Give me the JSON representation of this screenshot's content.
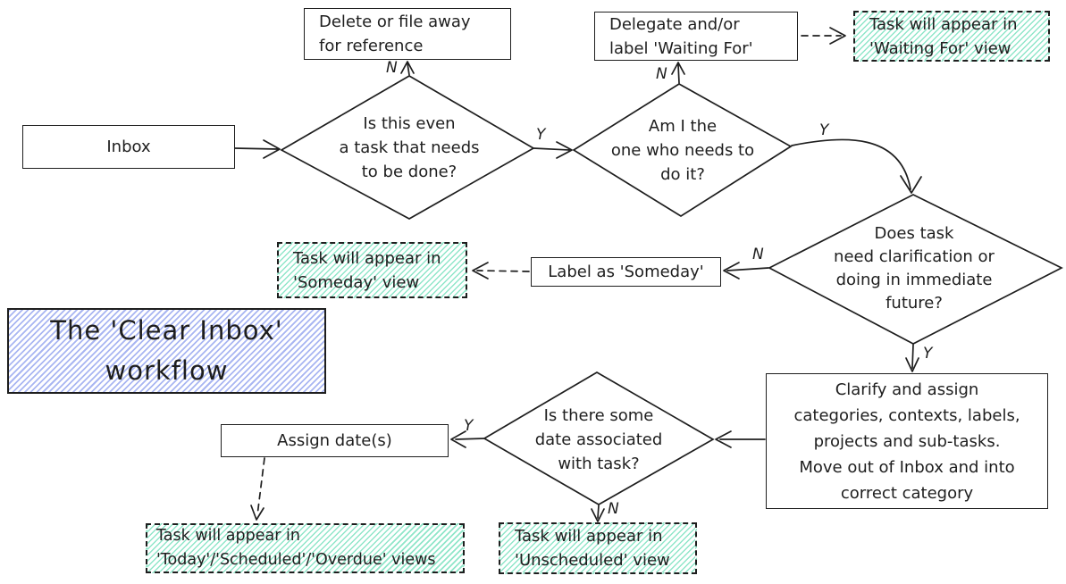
{
  "title": {
    "line1": "The 'Clear Inbox'",
    "line2": "workflow"
  },
  "nodes": {
    "inbox": {
      "label": "Inbox"
    },
    "delete": {
      "line1": "Delete or file away",
      "line2": "for reference"
    },
    "delegate": {
      "line1": "Delegate and/or",
      "line2": "label 'Waiting For'"
    },
    "waiting_view": {
      "line1": "Task will appear in",
      "line2": "'Waiting For' view"
    },
    "decision_is_task": {
      "line1": "Is this even",
      "line2": "a task that needs",
      "line3": "to be done?"
    },
    "decision_who": {
      "line1": "Am I the",
      "line2": "one who needs to",
      "line3": "do it?"
    },
    "decision_clarify": {
      "line1": "Does task",
      "line2": "need clarification or",
      "line3": "doing in immediate",
      "line4": "future?"
    },
    "label_someday": {
      "label": "Label as 'Someday'"
    },
    "someday_view": {
      "line1": "Task will appear in",
      "line2": "'Someday' view"
    },
    "clarify": {
      "line1": "Clarify and assign",
      "line2": "categories, contexts, labels,",
      "line3": "projects and sub-tasks.",
      "line4": "Move out of Inbox and into",
      "line5": "correct category"
    },
    "decision_date": {
      "line1": "Is there some",
      "line2": "date associated",
      "line3": "with task?"
    },
    "assign": {
      "label": "Assign date(s)"
    },
    "today_view": {
      "line1": "Task will appear in",
      "line2": "'Today'/'Scheduled'/'Overdue' views"
    },
    "unscheduled_view": {
      "line1": "Task will appear in",
      "line2": "'Unscheduled' view"
    }
  },
  "edge_labels": {
    "is_task_no": "N",
    "is_task_yes": "Y",
    "who_no": "N",
    "who_yes": "Y",
    "clarify_no": "N",
    "clarify_yes": "Y",
    "date_yes": "Y",
    "date_no": "N"
  },
  "colors": {
    "stroke": "#1e1e1e",
    "green_hatch": "#8fe6c9",
    "blue_hatch": "#a9b6f2",
    "background": "#ffffff"
  }
}
